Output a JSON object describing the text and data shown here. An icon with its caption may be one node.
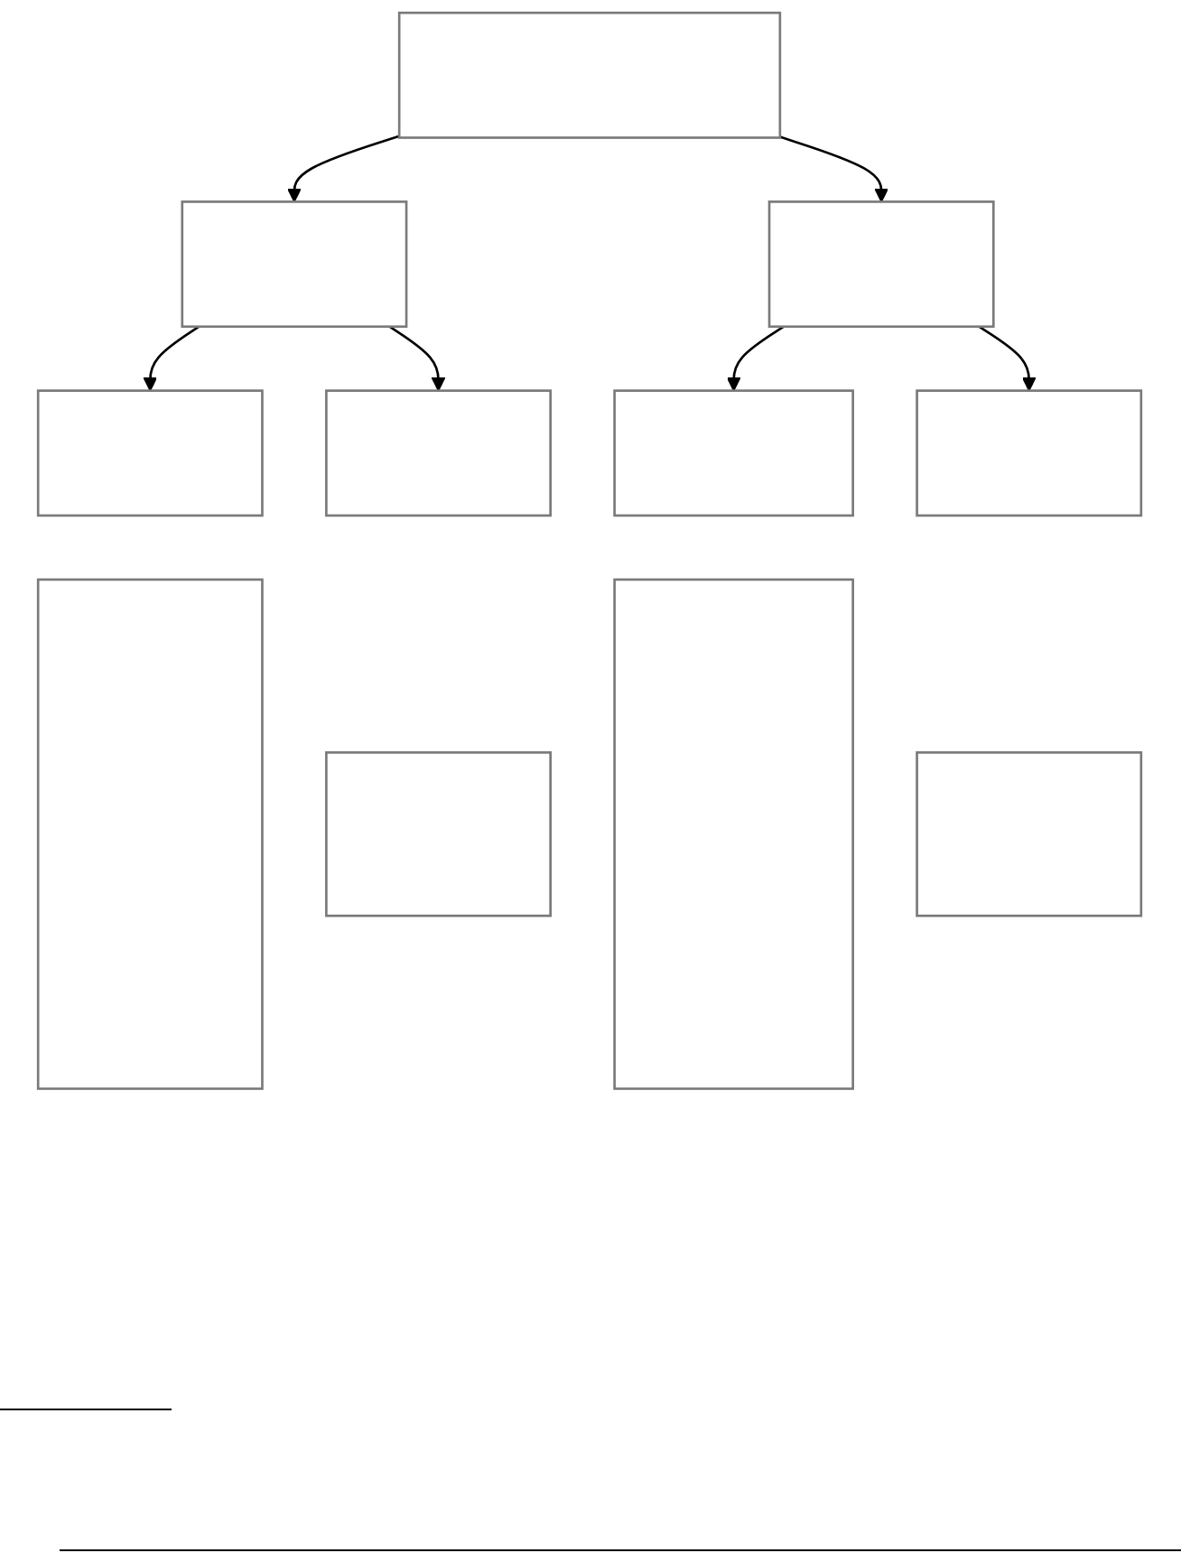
{
  "diagram": {
    "nodes": [
      {
        "text": [],
        "shape": "box"
      },
      {
        "text": [],
        "shape": "box"
      },
      {
        "text": [],
        "shape": "box"
      },
      {
        "text": [],
        "shape": "box"
      },
      {
        "text": [],
        "shape": "box"
      },
      {
        "text": [],
        "shape": "box"
      },
      {
        "text": [],
        "shape": "box"
      },
      {
        "text": [],
        "shape": "box"
      },
      {
        "text": [],
        "shape": "box"
      },
      {
        "text": [],
        "shape": "box"
      },
      {
        "text": [],
        "shape": "box"
      }
    ],
    "edges": [
      {
        "from": 0,
        "to": 1,
        "arrow": "to"
      },
      {
        "from": 0,
        "to": 2,
        "arrow": "to"
      },
      {
        "from": 1,
        "to": 3,
        "arrow": "to"
      },
      {
        "from": 1,
        "to": 4,
        "arrow": "to"
      },
      {
        "from": 2,
        "to": 5,
        "arrow": "to"
      },
      {
        "from": 2,
        "to": 6,
        "arrow": "to"
      }
    ]
  }
}
